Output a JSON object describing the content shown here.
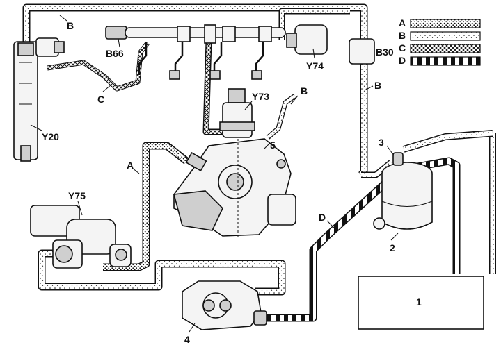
{
  "labels": {
    "b_top": "B",
    "b66": "B66",
    "c": "C",
    "y20": "Y20",
    "y74": "Y74",
    "b30": "B30",
    "b_right": "B",
    "y73": "Y73",
    "b_mid": "B",
    "five": "5",
    "three": "3",
    "a": "A",
    "y75": "Y75",
    "d": "D",
    "two": "2",
    "one": "1",
    "four": "4"
  },
  "legend": [
    {
      "key": "A",
      "pattern": "dotted-dense"
    },
    {
      "key": "B",
      "pattern": "dotted-light"
    },
    {
      "key": "C",
      "pattern": "crosshatch"
    },
    {
      "key": "D",
      "pattern": "checker"
    }
  ],
  "colors": {
    "line": "#111111",
    "background": "#ffffff"
  }
}
